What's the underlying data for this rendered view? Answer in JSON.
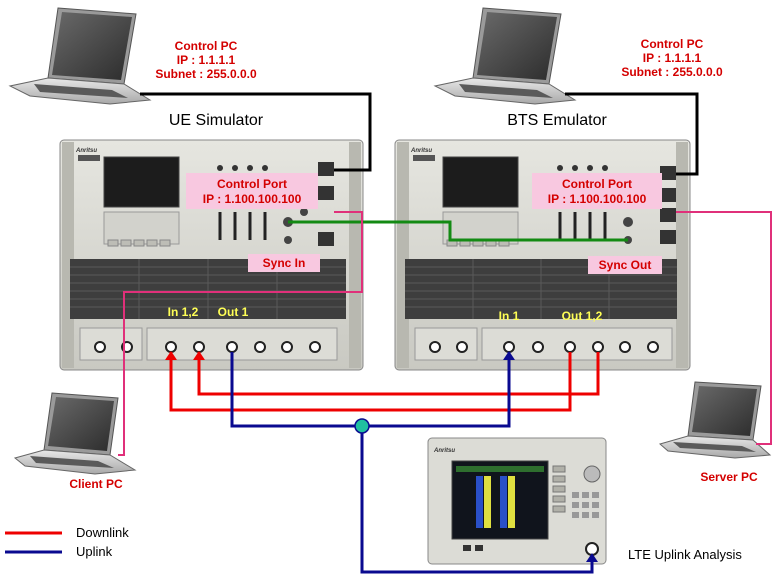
{
  "control_pc_left": {
    "title": "Control PC",
    "ip": "IP : 1.1.1.1",
    "subnet": "Subnet : 255.0.0.0"
  },
  "control_pc_right": {
    "title": "Control PC",
    "ip": "IP : 1.1.1.1",
    "subnet": "Subnet : 255.0.0.0"
  },
  "ue_simulator": {
    "title": "UE Simulator",
    "control_port": "Control Port",
    "control_ip": "IP : 1.100.100.100",
    "sync": "Sync In",
    "port_in": "In 1,2",
    "port_out": "Out 1",
    "brand": "Anritsu"
  },
  "bts_emulator": {
    "title": "BTS Emulator",
    "control_port": "Control Port",
    "control_ip": "IP : 1.100.100.100",
    "sync": "Sync Out",
    "port_in": "In 1",
    "port_out": "Out 1,2",
    "brand": "Anritsu"
  },
  "client_pc": {
    "label": "Client PC"
  },
  "server_pc": {
    "label": "Server PC"
  },
  "analyzer": {
    "label": "LTE Uplink Analysis",
    "brand": "Anritsu"
  },
  "legend": {
    "downlink": "Downlink",
    "uplink": "Uplink"
  },
  "colors": {
    "downlink": "#ee0000",
    "uplink": "#0a0a90",
    "sync": "#138a13",
    "ethernet": "#e0307a",
    "control_cable": "#000000",
    "label_bg": "#f8c8e0",
    "junction": "#20c0a0"
  }
}
